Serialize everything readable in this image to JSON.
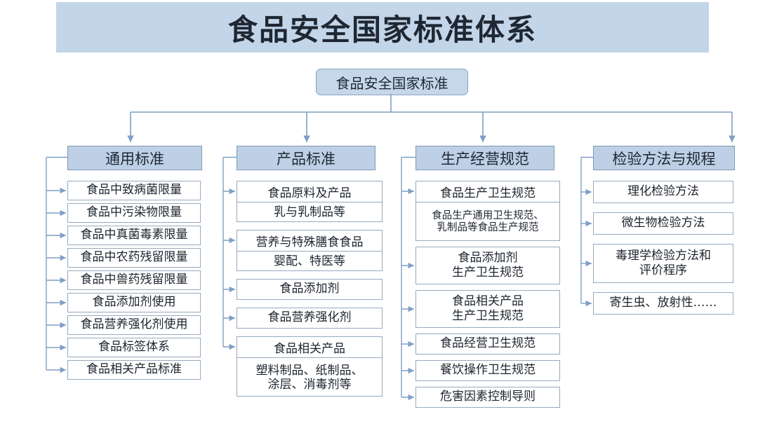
{
  "banner": {
    "title": "食品安全国家标准体系"
  },
  "root": {
    "label": "食品安全国家标准"
  },
  "colors": {
    "banner_fill": "#c3d5e8",
    "header_fill": "#bdd0e6",
    "root_fill": "#c6d7ea",
    "box_border": "#97a9bd",
    "connector": "#7f9fc4",
    "text": "#1d242e"
  },
  "columns": [
    {
      "header": "通用标准",
      "nodes": [
        {
          "type": "leaf",
          "label": "食品中致病菌限量"
        },
        {
          "type": "leaf",
          "label": "食品中污染物限量"
        },
        {
          "type": "leaf",
          "label": "食品中真菌毒素限量"
        },
        {
          "type": "leaf",
          "label": "食品中农药残留限量"
        },
        {
          "type": "leaf",
          "label": "食品中兽药残留限量"
        },
        {
          "type": "leaf",
          "label": "食品添加剂使用"
        },
        {
          "type": "leaf",
          "label": "食品营养强化剂使用"
        },
        {
          "type": "leaf",
          "label": "食品标签体系"
        },
        {
          "type": "leaf",
          "label": "食品相关产品标准"
        }
      ]
    },
    {
      "header": "产品标准",
      "nodes": [
        {
          "type": "group",
          "label": "食品原料及产品",
          "sub": "乳与乳制品等"
        },
        {
          "type": "group",
          "label": "营养与特殊膳食食品",
          "sub": "婴配、特医等"
        },
        {
          "type": "leaf",
          "label": "食品添加剂"
        },
        {
          "type": "leaf",
          "label": "食品营养强化剂"
        },
        {
          "type": "group",
          "label": "食品相关产品",
          "sub": "塑料制品、纸制品、\n涂层、消毒剂等"
        }
      ]
    },
    {
      "header": "生产经营规范",
      "nodes": [
        {
          "type": "group",
          "label": "食品生产卫生规范",
          "sub": "食品生产通用卫生规范、\n乳制品等食品生产规范",
          "sub_small": true
        },
        {
          "type": "leaf",
          "label": "食品添加剂\n生产卫生规范"
        },
        {
          "type": "leaf",
          "label": "食品相关产品\n生产卫生规范"
        },
        {
          "type": "leaf",
          "label": "食品经营卫生规范"
        },
        {
          "type": "leaf",
          "label": "餐饮操作卫生规范"
        },
        {
          "type": "leaf",
          "label": "危害因素控制导则"
        }
      ]
    },
    {
      "header": "检验方法与规程",
      "nodes": [
        {
          "type": "leaf",
          "label": "理化检验方法"
        },
        {
          "type": "leaf",
          "label": "微生物检验方法"
        },
        {
          "type": "leaf",
          "label": "毒理学检验方法和\n评价程序"
        },
        {
          "type": "leaf",
          "label": "寄生虫、放射性……"
        }
      ]
    }
  ]
}
